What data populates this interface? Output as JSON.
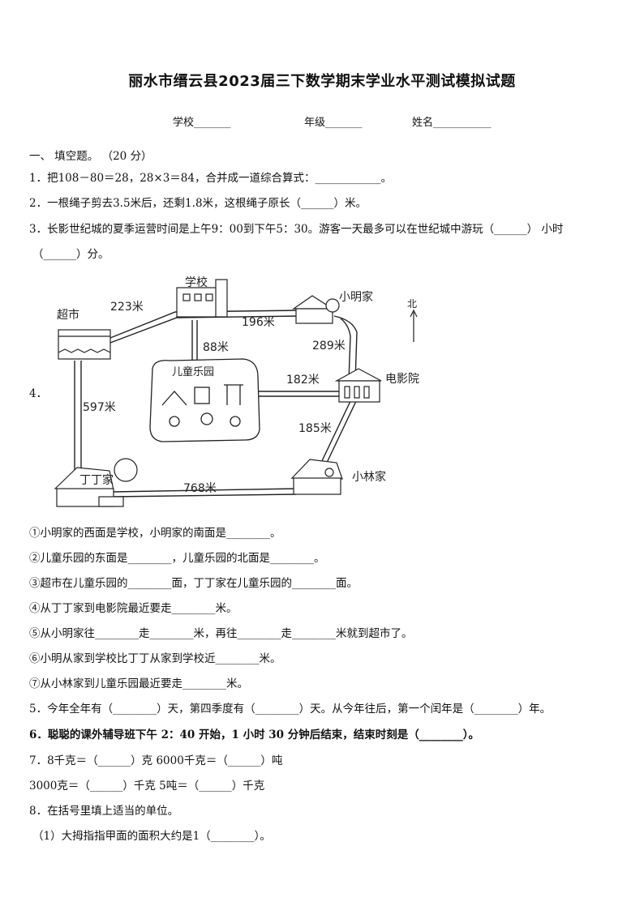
{
  "title": "丽水市缙云县2023届三下数学期末学业水平测试模拟试题",
  "header": {
    "school": "学校_______",
    "grade": "年级_______",
    "name": "姓名___________"
  },
  "section1": "一、  填空题。 （20 分）",
  "q1": "1．把108－80＝28，28×3＝84，合并成一道综合算式：____________。",
  "q2": "2．一根绳子剪去3.5米后，还剩1.8米，这根绳子原长（______）米。",
  "q3_line1": "3．长影世纪城的夏季运营时间是上午9：00到下午5：30。游客一天最多可以在世纪城中游玩（______） 小时",
  "q3_line2": "（______）分。",
  "q4_label": "4．",
  "map": {
    "school": "学校",
    "supermarket": "超市",
    "xiaoming_home": "小明家",
    "north": "北",
    "cinema": "电影院",
    "playground": "儿童乐园",
    "dingding_home": "丁丁家",
    "xiaolin_home": "小林家",
    "d_super_school": "223米",
    "d_school_xiaoming": "196米",
    "d_school_playground": "88米",
    "d_xiaoming_cinema": "289米",
    "d_playground_cinema": "182米",
    "d_super_dingding": "597米",
    "d_cinema_xiaolin": "185米",
    "d_dingding_xiaolin": "768米"
  },
  "q4_sub": [
    "①小明家的西面是学校，小明家的南面是________。",
    "②儿童乐园的东面是________，儿童乐园的北面是________。",
    "③超市在儿童乐园的________面，丁丁家在儿童乐园的________面。",
    "④从丁丁家到电影院最近要走________米。",
    "⑤从小明家往________走________米，再往________走________米就到超市了。",
    "⑥小明从家到学校比丁丁从家到学校近________米。",
    "⑦从小林家到儿童乐园最近要走________米。"
  ],
  "q5": "5．今年全年有（________）天，第四季度有（________）天。从今年往后，第一个闰年是（________）年。",
  "q6": "6．聪聪的课外辅导班下午 2：40 开始，1 小时 30 分钟后结束，结束时刻是（________）。",
  "q7_line1": "7．8千克＝（______）克       6000千克＝（______）吨",
  "q7_line2": "3000克＝（______）千克    5吨＝（______）千克",
  "q8": "8．在括号里填上适当的单位。",
  "q8_sub1": "（1）大拇指指甲面的面积大约是1（________）。"
}
